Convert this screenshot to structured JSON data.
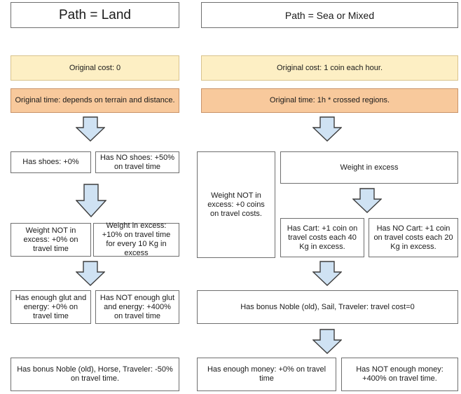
{
  "land": {
    "title": "Path = Land",
    "cost": "Original cost: 0",
    "time": "Original time: depends on terrain and distance.",
    "shoes_yes": "Has shoes: +0%",
    "shoes_no": "Has NO shoes: +50% on travel time",
    "weight_ok": "Weight NOT in excess: +0% on travel time",
    "weight_excess": "Weight in excess: +10% on travel time for every 10 Kg in excess",
    "glut_yes": "Has enough glut and energy: +0% on travel time",
    "glut_no": "Has NOT enough glut and energy: +400% on travel time",
    "bonus": "Has bonus Noble (old), Horse, Traveler: -50% on travel time."
  },
  "sea": {
    "title": "Path = Sea or Mixed",
    "cost": "Original cost: 1 coin each hour.",
    "time": "Original time: 1h * crossed regions.",
    "weight_ok": "Weight NOT in excess: +0 coins on travel costs.",
    "weight_excess": "Weight in excess",
    "cart_yes": "Has Cart: +1 coin on travel costs each 40 Kg in excess.",
    "cart_no": "Has NO Cart: +1 coin on travel costs each 20 Kg in excess.",
    "bonus": "Has bonus Noble (old), Sail, Traveler: travel cost=0",
    "money_yes": "Has enough money: +0% on travel time",
    "money_no": "Has NOT enough money: +400% on travel time."
  },
  "colors": {
    "cost_fill": "#fdefc4",
    "time_fill": "#f8c99c",
    "arrow_fill": "#cfe2f3",
    "arrow_stroke": "#3d3d3d"
  },
  "icons": {
    "flow_arrow": "down-arrow-icon"
  }
}
